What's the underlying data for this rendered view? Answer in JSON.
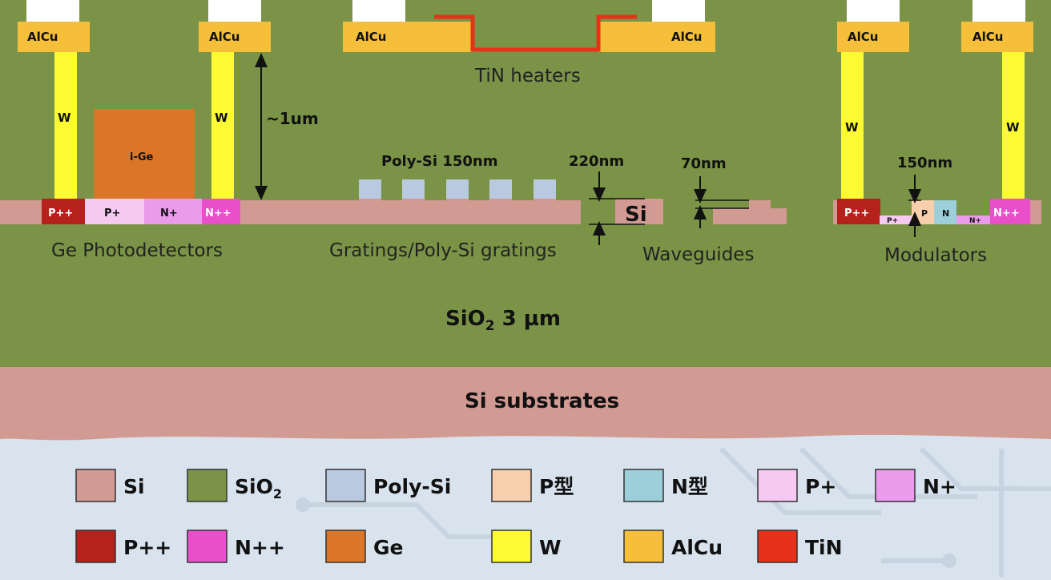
{
  "colors": {
    "si": "#d19a93",
    "sio2": "#7a9347",
    "poly_si": "#b9c9df",
    "p_type": "#f7cfad",
    "n_type": "#9ccfd9",
    "p_plus": "#f5c9f1",
    "n_plus": "#ec9aeb",
    "p_plus_plus": "#b4221b",
    "n_plus_plus": "#e84fc8",
    "ge": "#db7629",
    "w": "#fcfb33",
    "alcu": "#f5bf3a",
    "tin": "#e8311a",
    "pad": "#ffffff",
    "background": "#d9e3ee"
  },
  "cross_section": {
    "alcu_label": "AlCu",
    "w_label": "W",
    "ige_label": "i-Ge",
    "p_plus_plus_label": "P++",
    "p_plus_label": "P+",
    "n_plus_label": "N+",
    "n_plus_plus_label": "N++",
    "p_label": "P",
    "n_label": "N",
    "height_label": "~1um",
    "tin_heaters_label": "TiN heaters",
    "poly_si_label": "Poly-Si 150nm",
    "thick_220_label": "220nm",
    "si_label": "Si",
    "thick_70_label": "70nm",
    "thick_150_label": "150nm",
    "ge_pd_label": "Ge Photodetectors",
    "gratings_label": "Gratings/Poly-Si gratings",
    "waveguides_label": "Waveguides",
    "modulators_label": "Modulators",
    "sio2_prefix": "SiO",
    "sio2_sub": "2",
    "sio2_suffix": " 3 µm",
    "substrate_label": "Si substrates"
  },
  "legend": {
    "items": [
      {
        "label": "Si",
        "color": "#d19a93"
      },
      {
        "label": "SiO",
        "sub": "2",
        "color": "#7a9347"
      },
      {
        "label": "Poly-Si",
        "color": "#b9c9df"
      },
      {
        "label": "P型",
        "color": "#f7cfad"
      },
      {
        "label": "N型",
        "color": "#9ccfd9"
      },
      {
        "label": "P+",
        "color": "#f5c9f1"
      },
      {
        "label": "N+",
        "color": "#ec9aeb"
      },
      {
        "label": "P++",
        "color": "#b4221b"
      },
      {
        "label": "N++",
        "color": "#e84fc8"
      },
      {
        "label": "Ge",
        "color": "#db7629"
      },
      {
        "label": "W",
        "color": "#fcfb33"
      },
      {
        "label": "AlCu",
        "color": "#f5bf3a"
      },
      {
        "label": "TiN",
        "color": "#e8311a"
      }
    ]
  }
}
